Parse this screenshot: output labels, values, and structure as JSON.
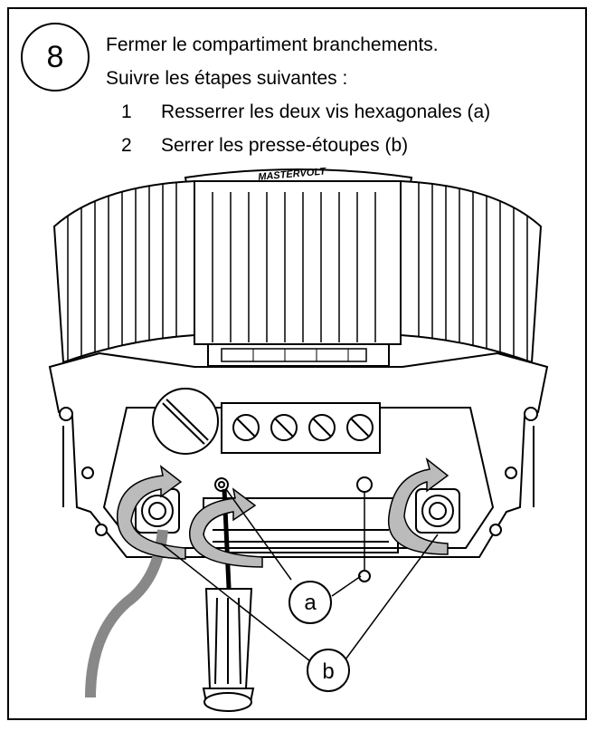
{
  "step": {
    "number": "8"
  },
  "instructions": {
    "title": "Fermer le compartiment branchements.",
    "intro": "Suivre les étapes suivantes :",
    "items": [
      {
        "num": "1",
        "text": "Resserrer les deux vis hexagonales (a)"
      },
      {
        "num": "2",
        "text": "Serrer les presse-étoupes (b)"
      }
    ]
  },
  "illustration": {
    "brand": "MASTERVOLT",
    "callout_a": "a",
    "callout_b": "b"
  }
}
